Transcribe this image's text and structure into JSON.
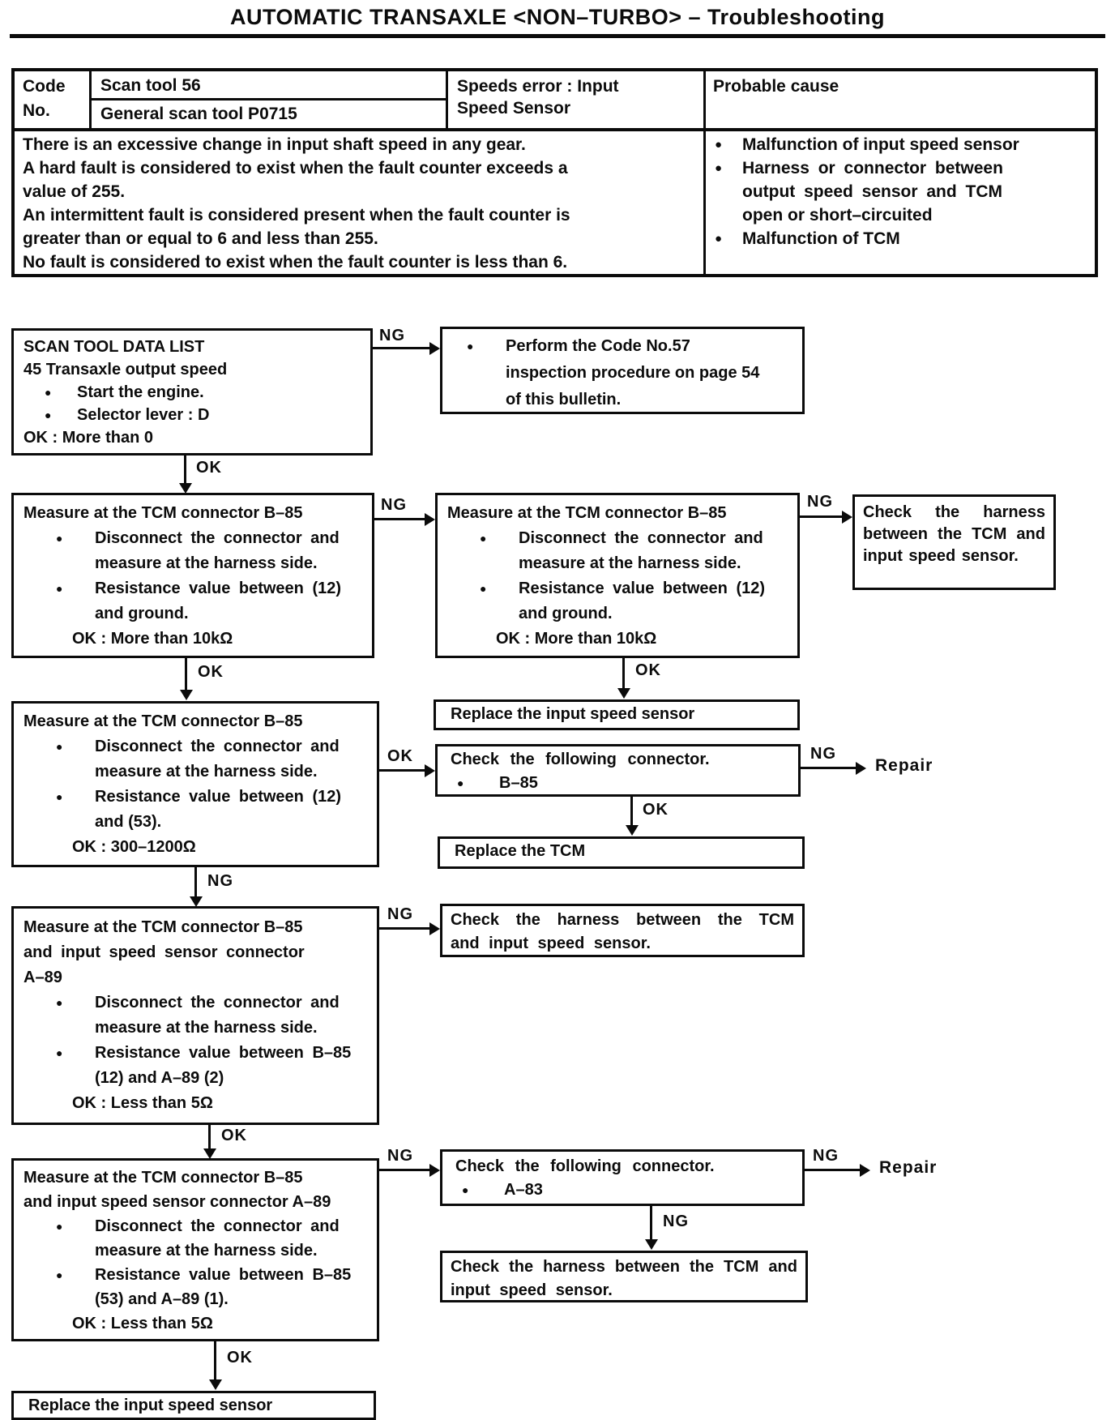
{
  "page": {
    "title": "AUTOMATIC TRANSAXLE <NON–TURBO> – Troubleshooting"
  },
  "code_table": {
    "code_label_l1": "Code",
    "code_label_l2": "No.",
    "scan_tool": "Scan tool 56",
    "general_scan_tool": "General scan tool P0715",
    "error_name_l1": "Speeds error : Input",
    "error_name_l2": "Speed Sensor",
    "probable_cause_header": "Probable cause",
    "description_lines": [
      "There is an excessive change in input shaft speed in any gear.",
      "A hard fault is considered to exist when the fault counter exceeds a",
      "value of 255.",
      "An intermittent fault is considered present when the fault counter is",
      "greater than or equal to 6 and less than 255.",
      "No fault is considered to exist when the fault counter is less than 6."
    ],
    "causes": [
      {
        "lines": [
          "Malfunction of input speed sensor"
        ]
      },
      {
        "lines": [
          "Harness or connector between",
          "output speed sensor and TCM",
          "open or short–circuited"
        ]
      },
      {
        "lines": [
          "Malfunction of TCM"
        ]
      }
    ]
  },
  "flow": {
    "labels": {
      "ok": "OK",
      "ng": "NG"
    },
    "repair": "Repair",
    "nodes": {
      "a": {
        "l1": "SCAN TOOL DATA LIST",
        "l2": "45 Transaxle output speed",
        "b1": "Start the engine.",
        "b2": "Selector lever : D",
        "ok": "OK : More than 0"
      },
      "b": {
        "l1": "Perform the Code No.57",
        "l2": "inspection procedure on page 54",
        "l3": "of this bulletin."
      },
      "c": {
        "t": "Measure at the TCM connector B–85",
        "b1a": "Disconnect the connector and",
        "b1b": "measure at the harness side.",
        "b2a": "Resistance value between (12)",
        "b2b": "and ground.",
        "ok": "OK : More than 10kΩ"
      },
      "d": {
        "t": "Measure at the TCM connector B–85",
        "b1a": "Disconnect the connector and",
        "b1b": "measure at the harness side.",
        "b2a": "Resistance value between (12)",
        "b2b": "and ground.",
        "ok": "OK : More than 10kΩ"
      },
      "e": {
        "t": "Check the harness between the TCM and input speed sensor."
      },
      "f": {
        "t": "Measure at the TCM connector B–85",
        "b1a": "Disconnect the connector and",
        "b1b": "measure at the harness side.",
        "b2a": "Resistance value between (12)",
        "b2b": "and (53).",
        "ok": "OK : 300–1200Ω"
      },
      "g": {
        "t": "Replace the input speed sensor"
      },
      "h": {
        "t": "Check the following  connector.",
        "b1": "B–85"
      },
      "i": {
        "t": "Replace the TCM"
      },
      "j": {
        "t1": "Measure at the TCM connector B–85",
        "t2": "and input speed sensor connector",
        "t3": "A–89",
        "b1a": "Disconnect the connector and",
        "b1b": "measure at the harness side.",
        "b2a": "Resistance value between B–85",
        "b2b": "(12) and A–89 (2)",
        "ok": "OK : Less than 5Ω"
      },
      "k": {
        "t": "Check the harness between the TCM and input speed sensor."
      },
      "l": {
        "t1": "Measure at the TCM connector B–85",
        "t2": "and input speed sensor connector A–89",
        "b1a": "Disconnect the connector and",
        "b1b": "measure at the harness side.",
        "b2a": "Resistance value between B–85",
        "b2b": "(53) and A–89 (1).",
        "ok": "OK : Less than 5Ω"
      },
      "m": {
        "t": "Check the following  connector.",
        "b1": "A–83"
      },
      "n": {
        "t": "Check the harness between the TCM and input speed sensor."
      },
      "o": {
        "t": "Replace the input speed sensor"
      }
    }
  }
}
